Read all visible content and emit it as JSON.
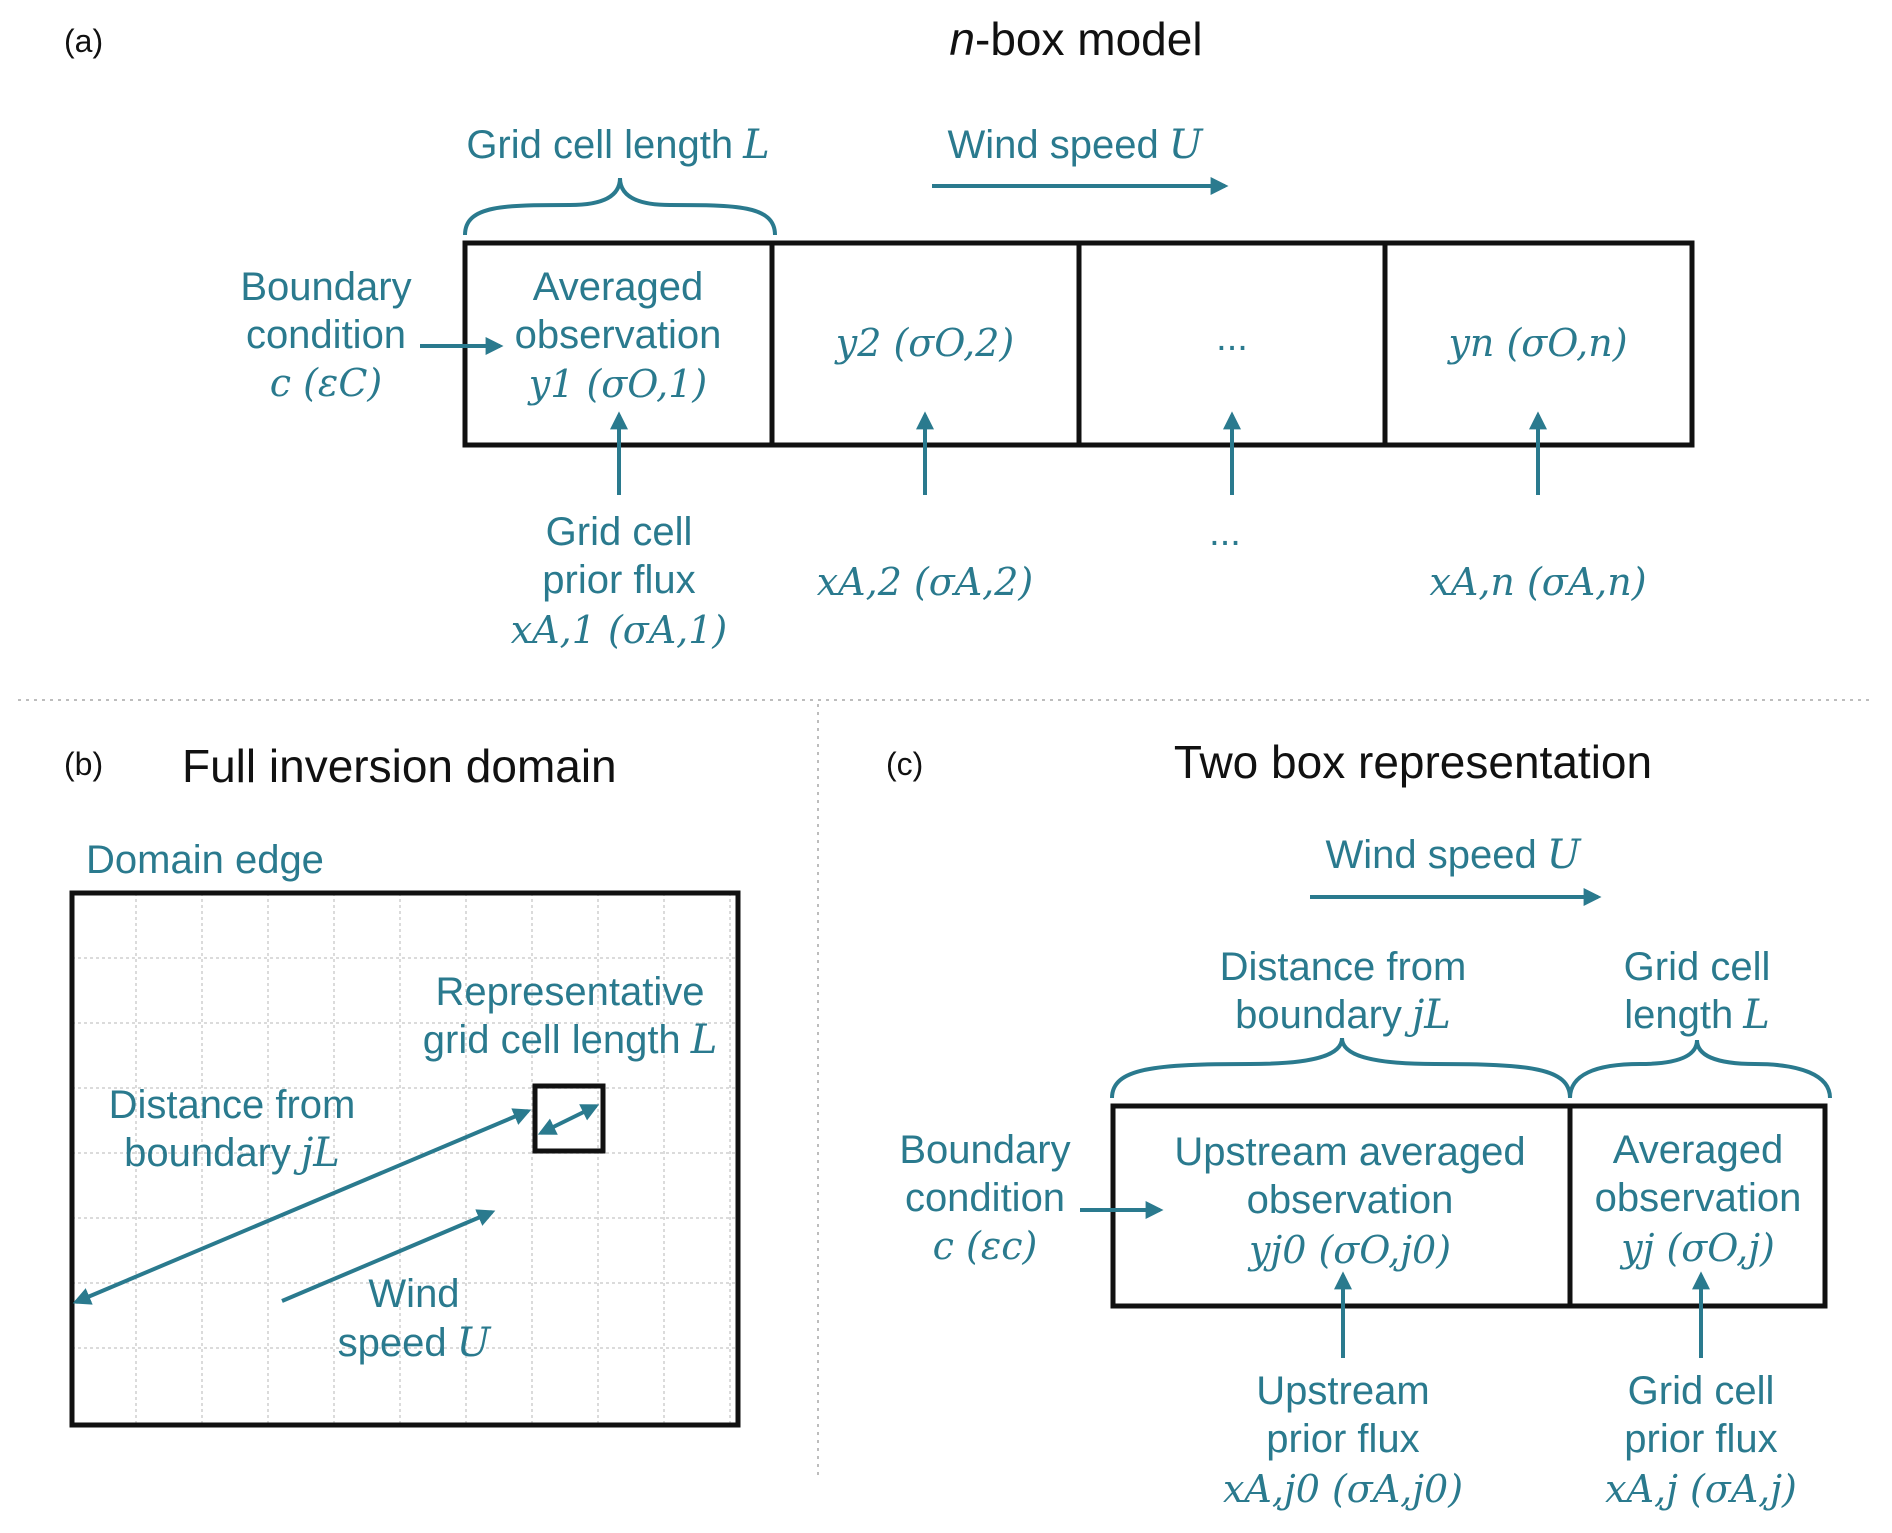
{
  "colors": {
    "accent": "#2a7a8e",
    "box": "#111111",
    "grid": "#cfcfcf",
    "separator": "#bdbdbd"
  },
  "panel_a": {
    "label": "(a)",
    "title_italic": "n",
    "title_rest": "-box model",
    "grid_cell_length": {
      "text": "Grid cell length",
      "math": "L"
    },
    "wind_speed": {
      "text": "Wind speed",
      "math": "U"
    },
    "boundary_condition": {
      "line1": "Boundary",
      "line2": "condition",
      "math": "c (εC)"
    },
    "cells": [
      {
        "line1": "Averaged",
        "line2": "observation",
        "math": "y1 (σO,1)"
      },
      {
        "math": "y2 (σO,2)"
      },
      {
        "math": "..."
      },
      {
        "math": "yn (σO,n)"
      }
    ],
    "fluxes": [
      {
        "line1": "Grid cell",
        "line2": "prior flux",
        "math": "xA,1 (σA,1)"
      },
      {
        "math": "xA,2 (σA,2)"
      },
      {
        "math": "..."
      },
      {
        "math": "xA,n (σA,n)"
      }
    ]
  },
  "panel_b": {
    "label": "(b)",
    "title": "Full inversion domain",
    "domain_edge": "Domain edge",
    "representative": {
      "line1": "Representative",
      "line2_text": "grid cell length",
      "math": "L"
    },
    "distance": {
      "line1": "Distance from",
      "line2_text": "boundary",
      "math": "jL"
    },
    "wind": {
      "line1": "Wind",
      "line2_text": "speed",
      "math": "U"
    }
  },
  "panel_c": {
    "label": "(c)",
    "title": "Two box representation",
    "wind_speed": {
      "text": "Wind speed",
      "math": "U"
    },
    "distance": {
      "line1": "Distance from",
      "line2_text": "boundary",
      "math": "jL"
    },
    "grid_cell": {
      "line1": "Grid cell",
      "line2_text": "length",
      "math": "L"
    },
    "boundary_condition": {
      "line1": "Boundary",
      "line2": "condition",
      "math": "c (εc)"
    },
    "upstream_box": {
      "line1": "Upstream averaged",
      "line2": "observation",
      "math": "yj0 (σO,j0)"
    },
    "cell_box": {
      "line1": "Averaged",
      "line2": "observation",
      "math": "yj (σO,j)"
    },
    "upstream_flux": {
      "line1": "Upstream",
      "line2": "prior flux",
      "math": "xA,j0 (σA,j0)"
    },
    "cell_flux": {
      "line1": "Grid cell",
      "line2": "prior flux",
      "math": "xA,j (σA,j)"
    }
  }
}
